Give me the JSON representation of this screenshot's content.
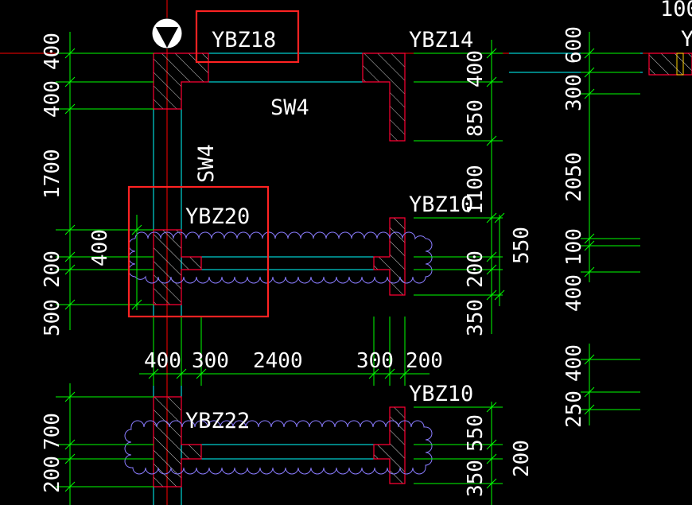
{
  "colors": {
    "background": "#000000",
    "dimension": "#00ff00",
    "wall": "#00ffff",
    "column": "#ff0033",
    "hatch": "#cccccc",
    "axis": "#ff0000",
    "text": "#ffffff",
    "highlight": "#ff2222",
    "revision_cloud": "#8a7cff",
    "marker_fill": "#ffffff"
  },
  "labels": {
    "ybz18": "YBZ18",
    "ybz14": "YBZ14",
    "ybz20": "YBZ20",
    "ybz10_a": "YBZ10",
    "ybz10_b": "YBZ10",
    "ybz22": "YBZ22",
    "sw4_h": "SW4",
    "sw4_v": "SW4",
    "top_right_partial": "100",
    "top_right_letter": "Y"
  },
  "dimensions": {
    "left": [
      "400",
      "400",
      "1700",
      "200",
      "500",
      "700",
      "200"
    ],
    "left_inner": "400",
    "mid_top": [
      "400",
      "850",
      "1100",
      "200",
      "350"
    ],
    "mid_side": "550",
    "mid_bottom": [
      "550",
      "350"
    ],
    "mid_bottom_side": "200",
    "right": [
      "600",
      "300",
      "2050",
      "100",
      "400",
      "400",
      "250"
    ],
    "horizontal": [
      "400",
      "300",
      "2400",
      "300",
      "200"
    ]
  }
}
